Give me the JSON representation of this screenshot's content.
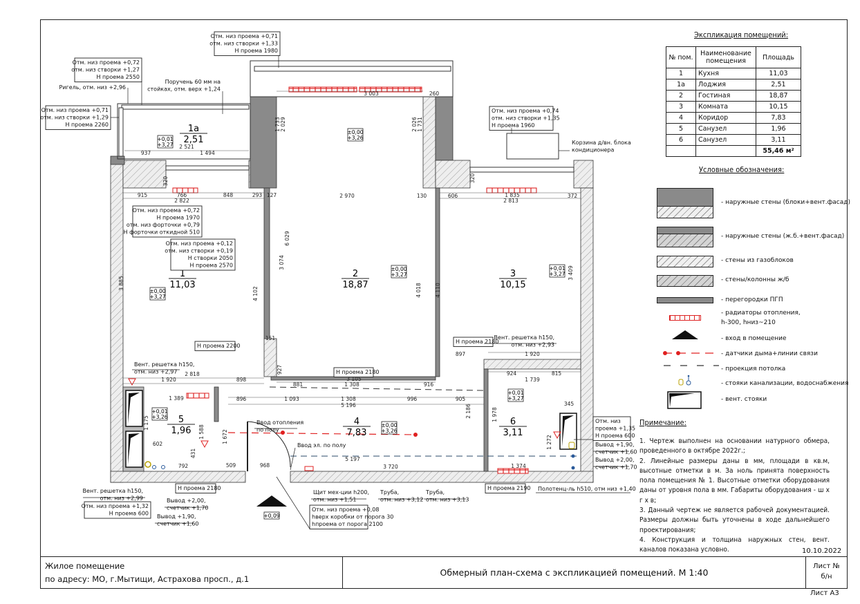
{
  "explication": {
    "title": "Экспликация помещений:",
    "headers": [
      "№ пом.",
      "Наименование помещения",
      "Площадь"
    ],
    "rows": [
      {
        "num": "1",
        "name": "Кухня",
        "area": "11,03"
      },
      {
        "num": "1а",
        "name": "Лоджия",
        "area": "2,51"
      },
      {
        "num": "2",
        "name": "Гостиная",
        "area": "18,87"
      },
      {
        "num": "3",
        "name": "Комната",
        "area": "10,15"
      },
      {
        "num": "4",
        "name": "Коридор",
        "area": "7,83"
      },
      {
        "num": "5",
        "name": "Санузел",
        "area": "1,96"
      },
      {
        "num": "6",
        "name": "Санузел",
        "area": "3,11"
      }
    ],
    "total": "55,46 м²"
  },
  "legend": {
    "title": "Условные обозначения:",
    "items": [
      "- наружные стены (блоки+вент.фасад)",
      "- наружные стены (ж.б.+вент.фасад)",
      "- стены из газоблоков",
      "- стены/колонны ж/б",
      "- перегородки ПГП",
      "- радиаторы отопления,",
      "h-300, hниз~210",
      "- вход в помещение",
      "- датчики дыма+линии связи",
      "- проекция потолка",
      "- стояки канализации, водоснабжения",
      "- вент. стояки"
    ]
  },
  "notes": {
    "title": "Примечание:",
    "items": [
      "1. Чертеж выполнен на основании натурного обмера, проведенного в октябре 2022г.;",
      "2. Линейные размеры даны в мм, площади в кв.м, высотные отметки в м. За ноль принята поверхность пола помещения № 1. Высотные отметки оборудования даны от уровня пола в мм. Габариты оборудования - ш х г х в;",
      "3. Данный чертеж не является рабочей документацией. Размеры должны быть уточнены в ходе дальнейшего проектирования;",
      "4. Конструкция и толщина наружных стен, вент. каналов показана условно."
    ],
    "date": "10.10.2022"
  },
  "title_block": {
    "object_line1": "Жилое помещение",
    "object_line2": "по адресу: МО, г.Мытищи, Астрахова просп., д.1",
    "drawing_title": "Обмерный план-схема с экспликацией помещений. М 1:40",
    "sheet_label": "Лист №",
    "sheet_num": "б/н",
    "format": "Лист А3"
  },
  "colors": {
    "radiator": "#d22",
    "smoke": "#e02020",
    "ceiling": "#2a4a6a",
    "wall_dark": "#8a8a8a"
  },
  "plan": {
    "rooms": [
      {
        "num": "1а",
        "area": "2,51",
        "mark": [
          "+0,01",
          "+3,27"
        ]
      },
      {
        "num": "1",
        "area": "11,03",
        "mark": [
          "±0,00",
          "+3,27"
        ]
      },
      {
        "num": "2",
        "area": "18,87",
        "mark": [
          "±0,00",
          "+3,27"
        ]
      },
      {
        "num": "3",
        "area": "10,15",
        "mark": [
          "+0,01",
          "+3,27"
        ]
      },
      {
        "num": "4",
        "area": "7,83",
        "mark": [
          "±0,00",
          "+3,26"
        ]
      },
      {
        "num": "5",
        "area": "1,96",
        "mark": [
          "+0,01",
          "+3,26"
        ]
      },
      {
        "num": "6",
        "area": "3,11",
        "mark": [
          "+0,01",
          "+3,27"
        ]
      }
    ],
    "extra_marks": [
      [
        "±0,00",
        "+3,26"
      ],
      [
        "+0,09"
      ]
    ],
    "callouts": [
      [
        "Отм. низ проема +0,71",
        "отм. низ створки +1,33",
        "Н проема 1980"
      ],
      [
        "Отм. низ проема +0,72",
        "отм. низ створки +1,27",
        "Н проема 2550"
      ],
      [
        "Ригель, отм. низ +2,96"
      ],
      [
        "Поручень 60 мм на",
        "стойках, отм. верх +1,24"
      ],
      [
        "Отм. низ проема +0,71",
        "отм. низ створки +1,29",
        "Н проема 2260"
      ],
      [
        "Отм. низ проема +0,74",
        "отм. низ створки +1,35",
        "Н проема 1960"
      ],
      [
        "Корзина д/вн. блока",
        "кондиционера"
      ],
      [
        "Отм. низ проема +0,72",
        "Н проема 1970",
        "отм. низ форточки +0,79",
        "Н форточки откидной 510"
      ],
      [
        "Отм. низ проема +0,12",
        "отм. низ створки +0,19",
        "Н створки 2050",
        "Н проема 2570"
      ],
      [
        "Н проема 2200"
      ],
      [
        "Вент. решетка h150,",
        "отм. низ +2,97"
      ],
      [
        "Н проема 2180"
      ],
      [
        "Н проема 2180"
      ],
      [
        "Вент. решетка h150,",
        "отм. низ +2,93"
      ],
      [
        "Ввод отопления",
        "по полу"
      ],
      [
        "Ввод эл. по полу"
      ],
      [
        "Н проема 2180"
      ],
      [
        "Вент. решетка h150,",
        "отм. низ +2,99"
      ],
      [
        "Отм. низ проема +1,32",
        "Н проема 600"
      ],
      [
        "Вывод +2,00,",
        "счетчик +1,70"
      ],
      [
        "Вывод +1,90,",
        "счетчик +1,60"
      ],
      [
        "Щит мех-ции h200,",
        "отм. низ +1,51"
      ],
      [
        "Труба,",
        "отм. низ +3,12"
      ],
      [
        "Труба,",
        "отм. низ +3,13"
      ],
      [
        "Отм. низ проема +0,08",
        "hверх коробки от порога 30",
        "hпроема от порога 2100"
      ],
      [
        "Н проема 2190"
      ],
      [
        "Полотенц-ль h510, отм низ +1,40"
      ],
      [
        "Отм. низ",
        "проема +1,35",
        "Н проема 600"
      ],
      [
        "Вывод +1,90,",
        "счетчик +1,60"
      ],
      [
        "Вывод +2,00,",
        "счетчик +1,70"
      ]
    ],
    "dimensions": [
      "3 003",
      "2 970",
      "2 822",
      "915",
      "766",
      "848",
      "293",
      "127",
      "130",
      "606",
      "1 835",
      "372",
      "2 813",
      "937",
      "1 494",
      "2 521",
      "2 818",
      "1 920",
      "898",
      "3 105",
      "881",
      "1 308",
      "916",
      "896",
      "1 093",
      "1 308",
      "996",
      "905",
      "5 196",
      "1 389",
      "602",
      "792",
      "509",
      "968",
      "5 197",
      "3 720",
      "897",
      "1 920",
      "924",
      "815",
      "1 739",
      "345",
      "1 374",
      "260",
      "320",
      "320",
      "6 029",
      "4 102",
      "3 885",
      "4 018",
      "4 110",
      "3 409",
      "3 074",
      "2 029",
      "1 733",
      "2 026",
      "1 731",
      "2 186",
      "1 978",
      "1 588",
      "1 672",
      "1 175",
      "1 272",
      "927",
      "151",
      "431"
    ]
  }
}
